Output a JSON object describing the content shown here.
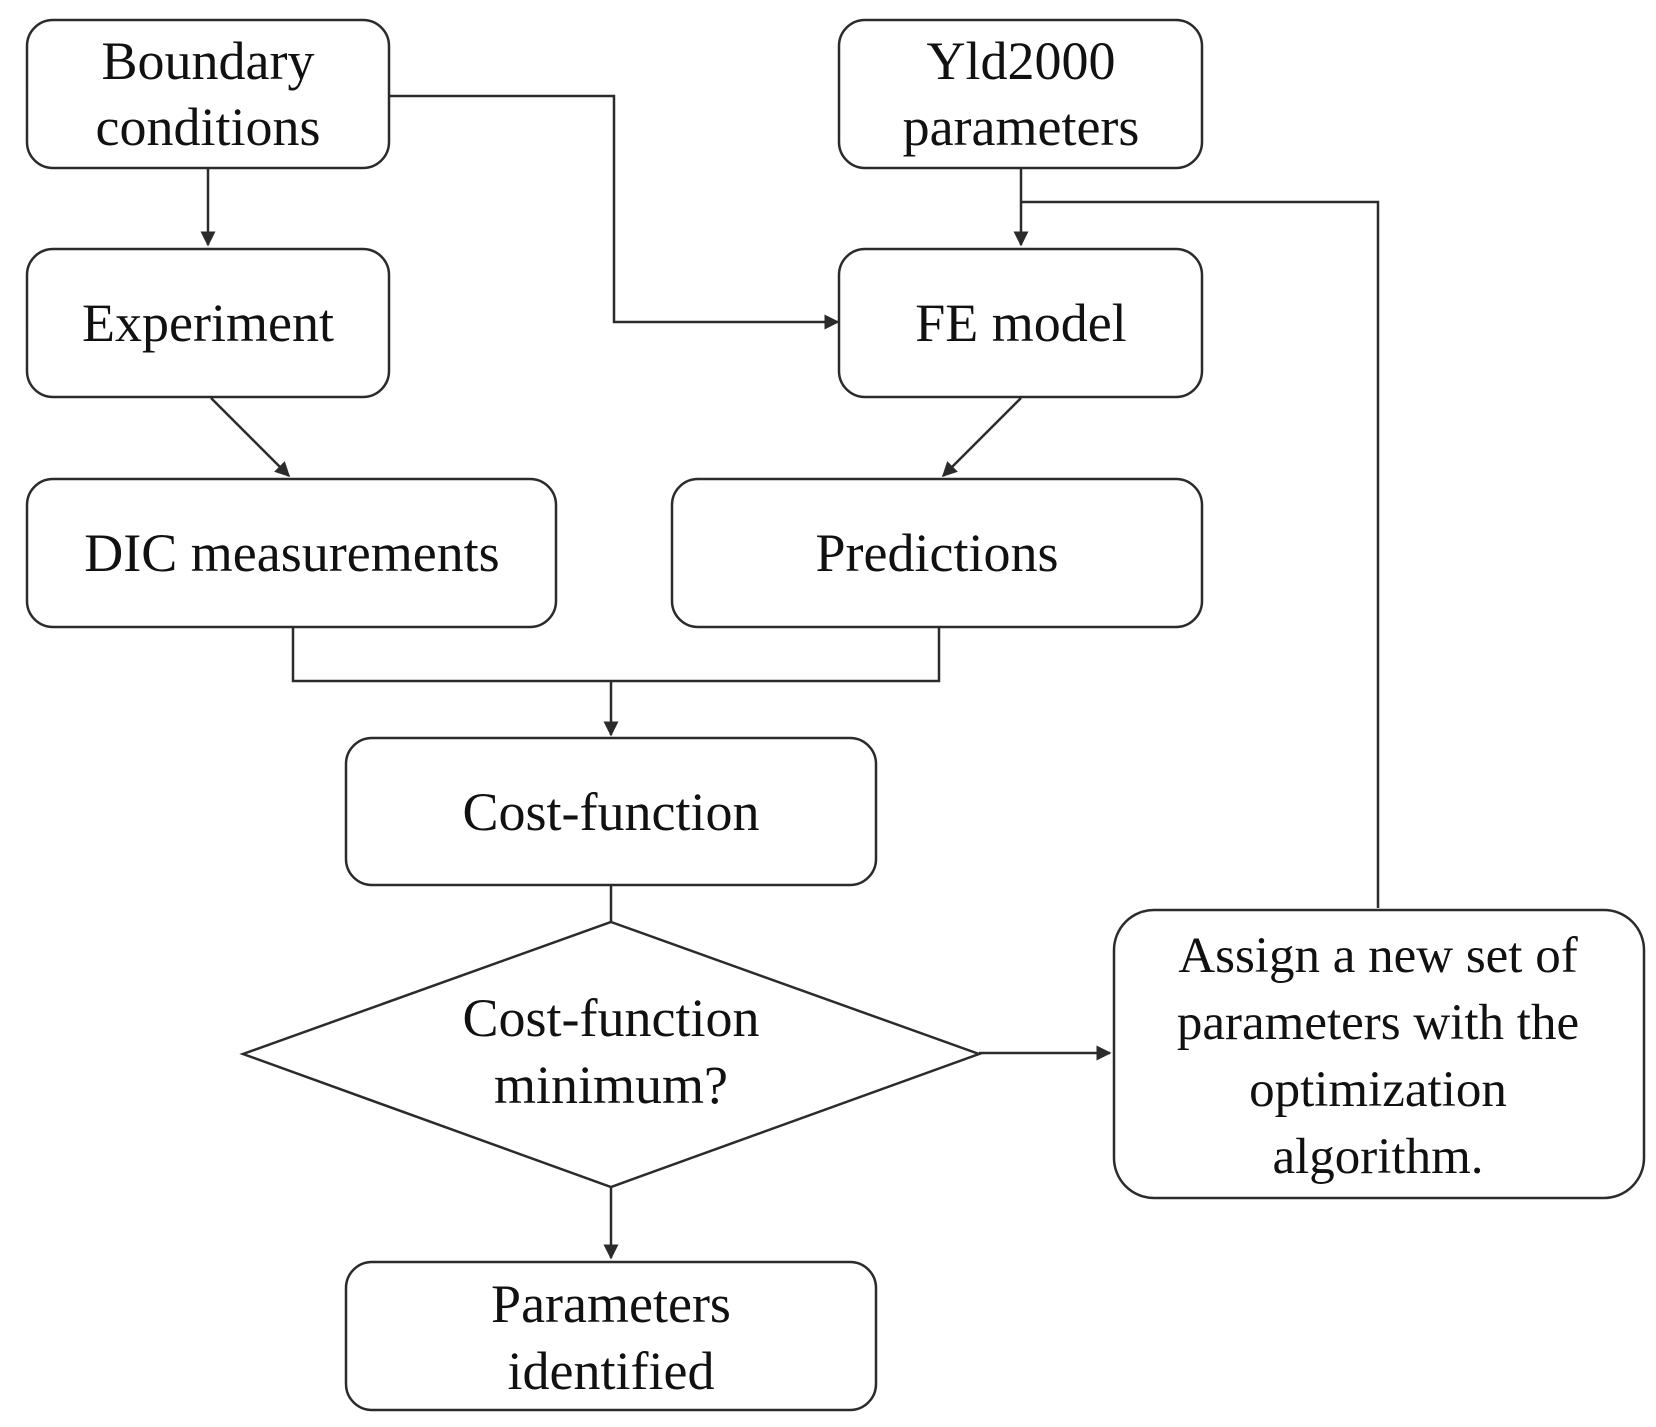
{
  "nodes": {
    "boundary": {
      "lines": [
        "Boundary",
        "conditions"
      ]
    },
    "yld": {
      "lines": [
        "Yld2000",
        "parameters"
      ]
    },
    "experiment": {
      "lines": [
        "Experiment"
      ]
    },
    "fe_model": {
      "lines": [
        "FE model"
      ]
    },
    "dic": {
      "lines": [
        "DIC measurements"
      ]
    },
    "predictions": {
      "lines": [
        "Predictions"
      ]
    },
    "cost_function": {
      "lines": [
        "Cost-function"
      ]
    },
    "decision": {
      "lines": [
        "Cost-function",
        "minimum?"
      ]
    },
    "assign": {
      "lines": [
        "Assign a new set of",
        "parameters with the",
        "optimization",
        "algorithm."
      ]
    },
    "identified": {
      "lines": [
        "Parameters",
        "identified"
      ]
    }
  },
  "colors": {
    "stroke": "#2b2b2b",
    "text": "#111111",
    "background": "#ffffff"
  }
}
